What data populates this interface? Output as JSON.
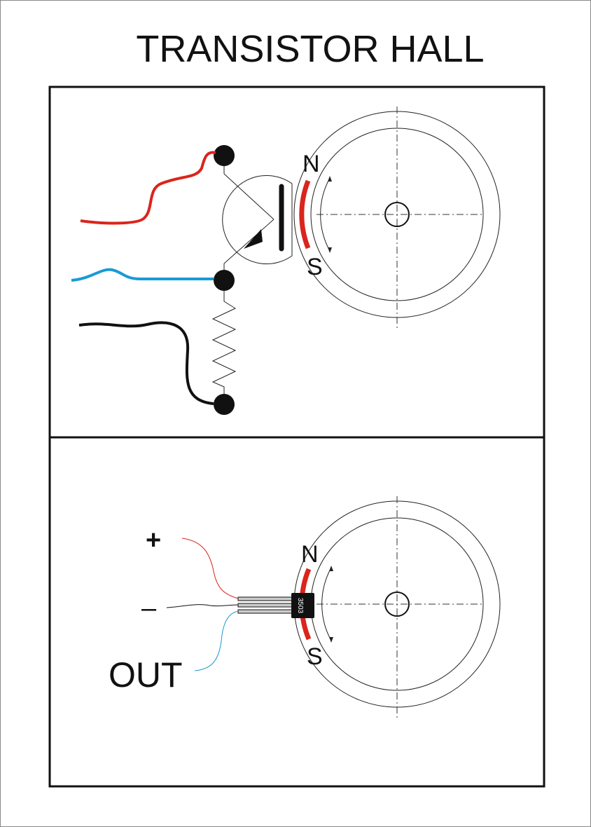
{
  "title": "TRANSISTOR HALL",
  "top_panel": {
    "north_label": "N",
    "south_label": "S"
  },
  "bottom_panel": {
    "north_label": "N",
    "south_label": "S",
    "plus_label": "+",
    "minus_label": "–",
    "out_label": "OUT",
    "sensor_label": "3503"
  },
  "colors": {
    "red": "#d9251d",
    "blue": "#1a9ad6",
    "black": "#1a1a1a"
  }
}
